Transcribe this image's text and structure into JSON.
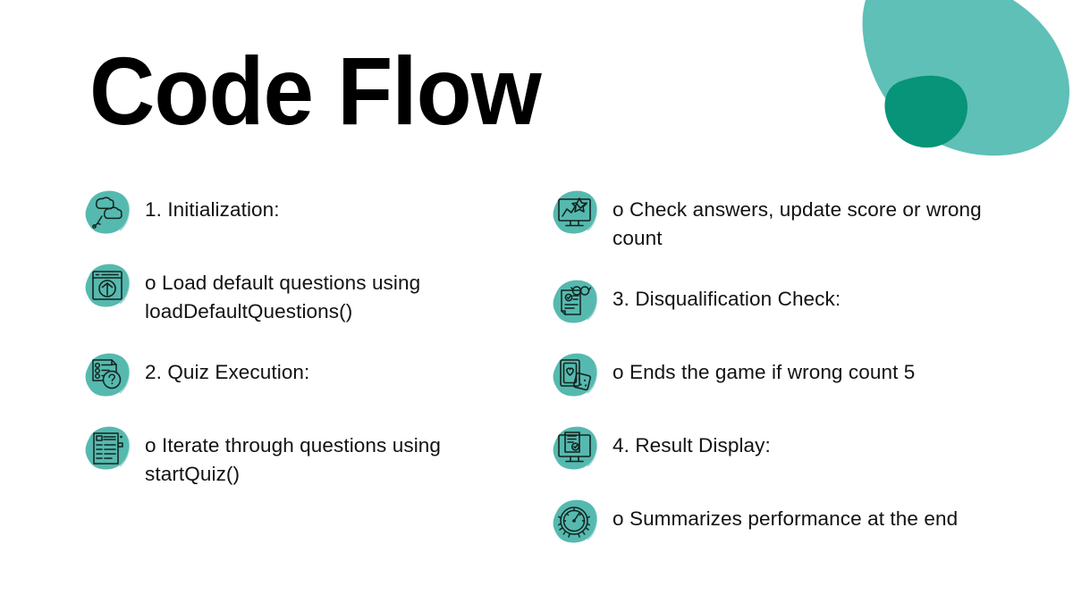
{
  "slide": {
    "title": "Code Flow",
    "background_color": "#FFFFFF",
    "text_color": "#121212"
  },
  "decoration": {
    "blob_large_color": "#5EC0B6",
    "blob_small_color": "#079478",
    "icon_blob_color": "#56B9AF",
    "icon_outline_color": "#1C2B2A"
  },
  "left_column": {
    "items": [
      {
        "icon": "speech-bubbles-icon",
        "label": "1. Initialization:"
      },
      {
        "icon": "browser-download-icon",
        "label": "o Load default questions using loadDefaultQuestions()"
      },
      {
        "icon": "quiz-checklist-icon",
        "label": "2. Quiz Execution:"
      },
      {
        "icon": "document-list-icon",
        "label": "o Iterate through questions using startQuiz()"
      }
    ]
  },
  "right_column": {
    "items": [
      {
        "icon": "monitor-chart-icon",
        "label": "o Check answers, update score or wrong count"
      },
      {
        "icon": "document-glasses-icon",
        "label": "3. Disqualification Check:"
      },
      {
        "icon": "cards-dice-icon",
        "label": "o Ends the game if wrong count  5"
      },
      {
        "icon": "monitor-report-icon",
        "label": "4. Result Display:"
      },
      {
        "icon": "speedometer-icon",
        "label": "o Summarizes performance at the end"
      }
    ]
  }
}
